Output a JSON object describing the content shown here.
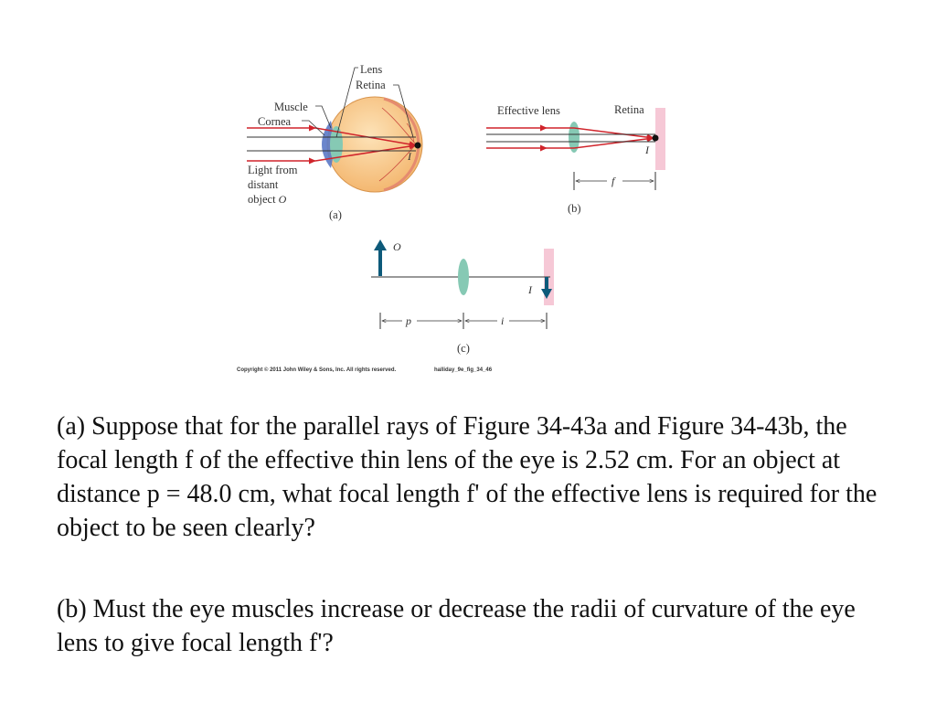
{
  "figure": {
    "a": {
      "lens": "Lens",
      "retina": "Retina",
      "muscle": "Muscle",
      "cornea": "Cornea",
      "light_line1": "Light from",
      "light_line2": "distant",
      "light_line3": "object",
      "object_symbol": "O",
      "image_symbol": "I",
      "caption": "(a)"
    },
    "b": {
      "effective_lens": "Effective lens",
      "retina": "Retina",
      "image_symbol": "I",
      "focal_symbol": "f",
      "caption": "(b)"
    },
    "c": {
      "object_symbol": "O",
      "image_symbol": "I",
      "p_symbol": "p",
      "i_symbol": "i",
      "caption": "(c)"
    },
    "copyright": "Copyright © 2011 John Wiley & Sons, Inc. All rights reserved.",
    "figure_id": "halliday_9e_fig_34_46"
  },
  "question": {
    "part_a": "(a) Suppose that for the parallel rays of Figure 34-43a and Figure 34-43b, the focal length f of the effective thin lens of the eye is 2.52 cm. For an object at distance p = 48.0 cm, what focal length f' of the effective lens is required for the object to be seen clearly?",
    "part_b": "(b) Must the eye muscles increase or decrease the radii of curvature of the eye lens to give focal length f'?"
  },
  "colors": {
    "ray": "#d0242b",
    "eyeball": "#f7c78e",
    "cornea": "#5b79c6",
    "lens": "#86c9b4",
    "retina_strip": "#f6c8d6",
    "arrow": "#0d5a7a"
  }
}
